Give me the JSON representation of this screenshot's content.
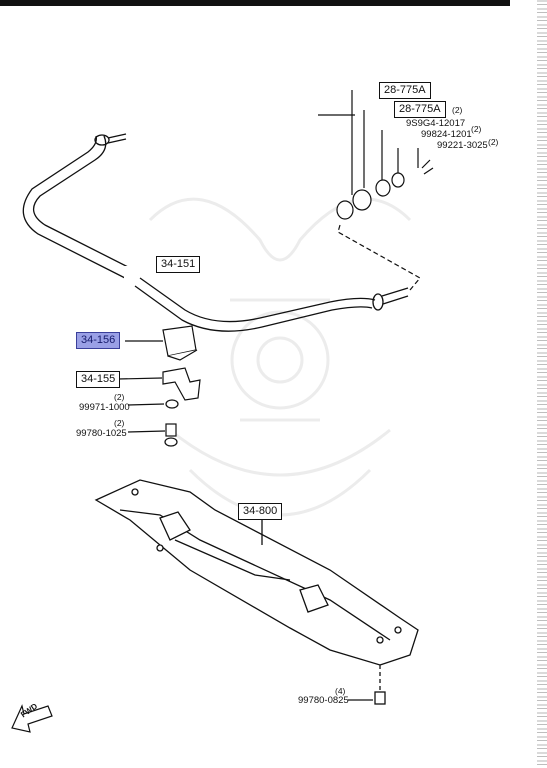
{
  "parts": {
    "p28_775A_top": "28-775A",
    "p28_775A": "28-775A",
    "q28_775A": "(2)",
    "p9S9G4": "9S9G4-12017",
    "p99824": "99824-1201",
    "q99824": "(2)",
    "p99221": "99221-3025",
    "q99221": "(2)",
    "p34_151": "34-151",
    "p34_156": "34-156",
    "p34_155": "34-155",
    "q99971": "(2)",
    "p99971": "99971-1000",
    "q99780a": "(2)",
    "p99780a": "99780-1025",
    "p34_800": "34-800",
    "q99780b": "(4)",
    "p99780b": "99780-0825"
  },
  "direction_marker": "FWD",
  "colors": {
    "highlight": "#9aa0e6",
    "line": "#111111"
  }
}
